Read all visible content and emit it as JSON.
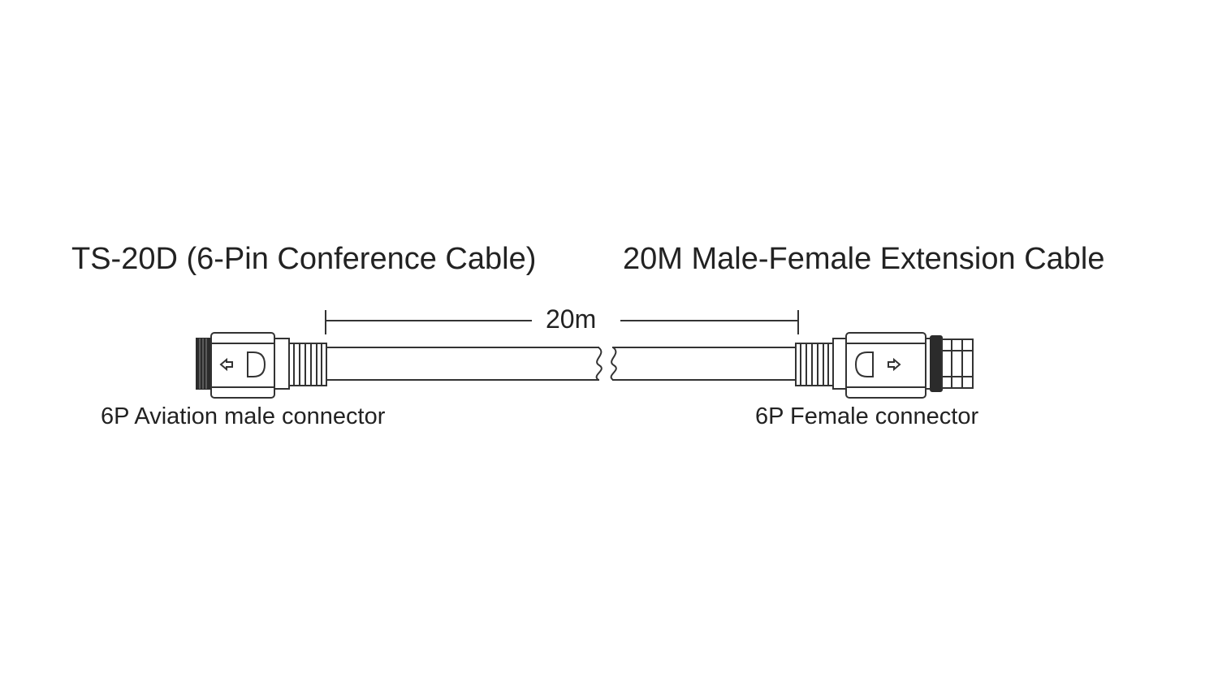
{
  "diagram": {
    "title_left": "TS-20D (6-Pin Conference Cable)",
    "title_right": "20M Male-Female Extension Cable",
    "length_label": "20m",
    "connector_left_label": "6P Aviation male connector",
    "connector_right_label": "6P Female connector",
    "line_color": "#333333"
  }
}
